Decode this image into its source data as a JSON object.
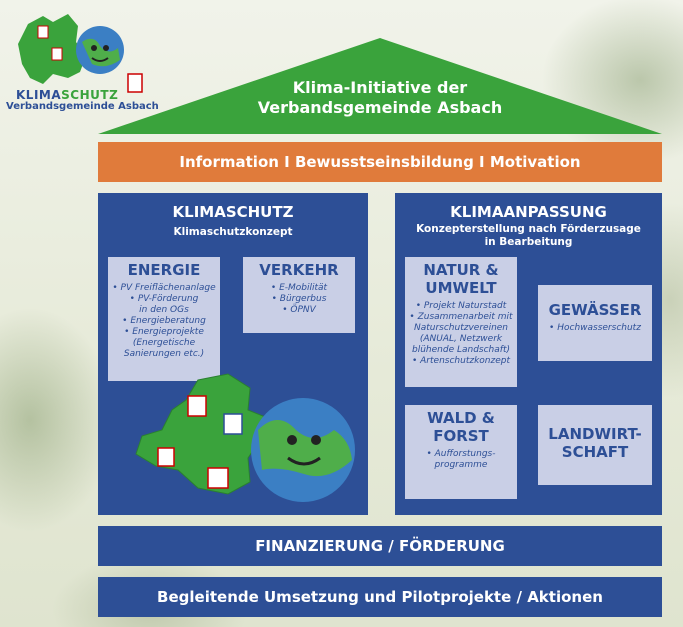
{
  "logo": {
    "word_part1": "KLIMA",
    "word_part2": "SCHUTZ",
    "subtitle": "Verbandsgemeinde Asbach"
  },
  "roof": {
    "line1": "Klima-Initiative der",
    "line2": "Verbandsgemeinde Asbach"
  },
  "band_top": "Information I Bewusstseinsbildung I Motivation",
  "klimaschutz": {
    "title": "KLIMASCHUTZ",
    "subtitle": "Klimaschutzkonzept",
    "energie": {
      "title": "ENERGIE",
      "items": [
        "• PV Freiflächenanlage",
        "• PV-Förderung",
        "in den OGs",
        "• Energieberatung",
        "• Energieprojekte",
        "(Energetische",
        "Sanierungen etc.)"
      ]
    },
    "verkehr": {
      "title": "VERKEHR",
      "items": [
        "• E-Mobilität",
        "• Bürgerbus",
        "• ÖPNV"
      ]
    }
  },
  "klimaanpassung": {
    "title": "KLIMAANPASSUNG",
    "subtitle_l1": "Konzepterstellung nach Förderzusage",
    "subtitle_l2": "in Bearbeitung",
    "natur": {
      "title_l1": "NATUR &",
      "title_l2": "UMWELT",
      "items": [
        "• Projekt Naturstadt",
        "• Zusammenarbeit mit",
        "Naturschutzvereinen",
        "(ANUAL, Netzwerk",
        "blühende Landschaft)",
        "• Artenschutzkonzept"
      ]
    },
    "gewaesser": {
      "title": "GEWÄSSER",
      "items": [
        "• Hochwasserschutz"
      ]
    },
    "wald": {
      "title_l1": "WALD &",
      "title_l2": "FORST",
      "items": [
        "• Aufforstungs-",
        "programme"
      ]
    },
    "landwirtschaft": {
      "title_l1": "LANDWIRT-",
      "title_l2": "SCHAFT"
    }
  },
  "band_fin": "FINANZIERUNG / FÖRDERUNG",
  "band_bottom": "Begleitende Umsetzung und Pilotprojekte / Aktionen",
  "colors": {
    "roof": "#3aa33c",
    "band_orange": "#e07b3b",
    "panel": "#2d4f96",
    "box": "#c9cfe6"
  }
}
